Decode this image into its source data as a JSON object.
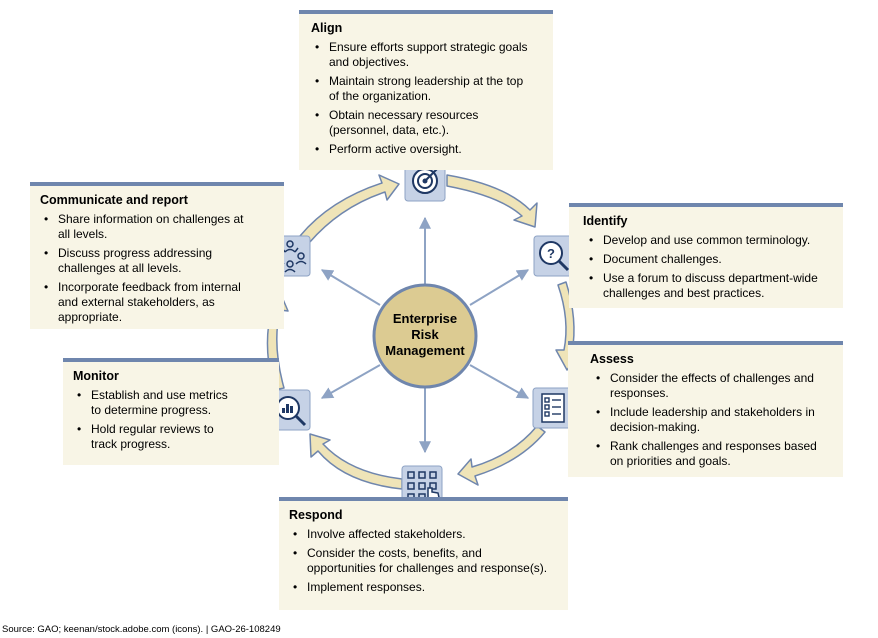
{
  "center": {
    "line1": "Enterprise",
    "line2": "Risk",
    "line3": "Management"
  },
  "steps": {
    "align": {
      "title": "Align",
      "bullets": [
        [
          "Ensure efforts support strategic goals",
          "and objectives."
        ],
        [
          "Maintain strong leadership at the top",
          "of the organization."
        ],
        [
          "Obtain necessary resources",
          "(personnel, data, etc.)."
        ],
        [
          "Perform active oversight."
        ]
      ]
    },
    "identify": {
      "title": "Identify",
      "bullets": [
        [
          "Develop and use common terminology."
        ],
        [
          "Document challenges."
        ],
        [
          "Use a forum to discuss department-wide",
          "challenges and best practices."
        ]
      ]
    },
    "assess": {
      "title": "Assess",
      "bullets": [
        [
          "Consider the effects of challenges and",
          "responses."
        ],
        [
          "Include leadership and stakeholders in",
          "decision-making."
        ],
        [
          "Rank challenges and responses based",
          "on priorities and goals."
        ]
      ]
    },
    "respond": {
      "title": "Respond",
      "bullets": [
        [
          "Involve affected stakeholders."
        ],
        [
          "Consider the costs, benefits, and",
          "opportunities for challenges and response(s)."
        ],
        [
          "Implement responses."
        ]
      ]
    },
    "monitor": {
      "title": "Monitor",
      "bullets": [
        [
          "Establish and use metrics",
          "to determine progress."
        ],
        [
          "Hold regular reviews to",
          "track progress."
        ]
      ]
    },
    "communicate": {
      "title": "Communicate and report",
      "bullets": [
        [
          "Share information on challenges at",
          "all levels."
        ],
        [
          "Discuss progress addressing",
          "challenges at all levels."
        ],
        [
          "Incorporate feedback from internal",
          "and external stakeholders, as",
          "appropriate."
        ]
      ]
    }
  },
  "icons": {
    "align": "target-icon",
    "identify": "question-magnifier-icon",
    "assess": "checklist-icon",
    "respond": "grid-touch-icon",
    "monitor": "chart-magnifier-icon",
    "communicate": "people-network-icon"
  },
  "source": "Source: GAO; keenan/stock.adobe.com (icons).  |  GAO-26-108249",
  "colors": {
    "box_fill": "#f8f5e6",
    "box_border": "#6f86ad",
    "arrow_fill": "#efe4b8",
    "arrow_stroke": "#6f86ad",
    "center_fill": "#dccb92",
    "icon_tile": "#c6d2e6"
  }
}
